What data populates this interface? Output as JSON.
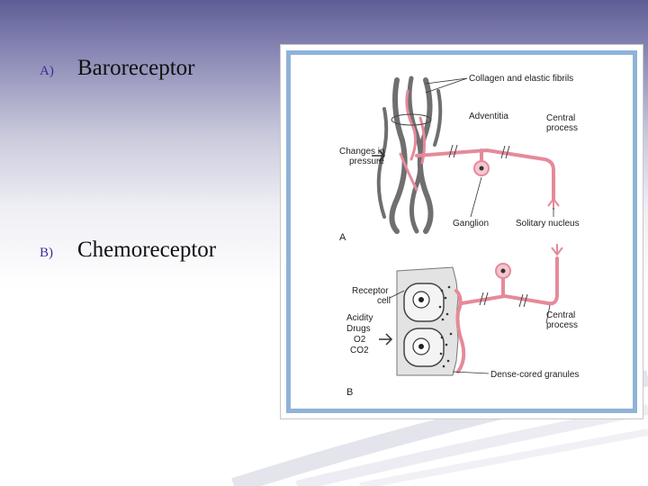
{
  "options": [
    {
      "letter": "A)",
      "term": "Baroreceptor"
    },
    {
      "letter": "B)",
      "term": "Chemoreceptor"
    }
  ],
  "figure": {
    "panel_a": {
      "label": "A",
      "collagen": "Collagen and elastic fibrils",
      "adventitia": "Adventitia",
      "central_process_1": "Central",
      "central_process_2": "process",
      "changes_1": "Changes in",
      "changes_2": "pressure",
      "ganglion": "Ganglion",
      "solitary": "Solitary nucleus"
    },
    "panel_b": {
      "label": "B",
      "receptor_1": "Receptor",
      "receptor_2": "cell",
      "acidity": "Acidity",
      "drugs": "Drugs",
      "o2": "O2",
      "co2": "CO2",
      "central_process_1": "Central",
      "central_process_2": "process",
      "dense": "Dense-cored granules"
    }
  },
  "colors": {
    "nerve": "#e58a9a",
    "frame": "#8fb3d9",
    "letter": "#3b2a9a"
  }
}
